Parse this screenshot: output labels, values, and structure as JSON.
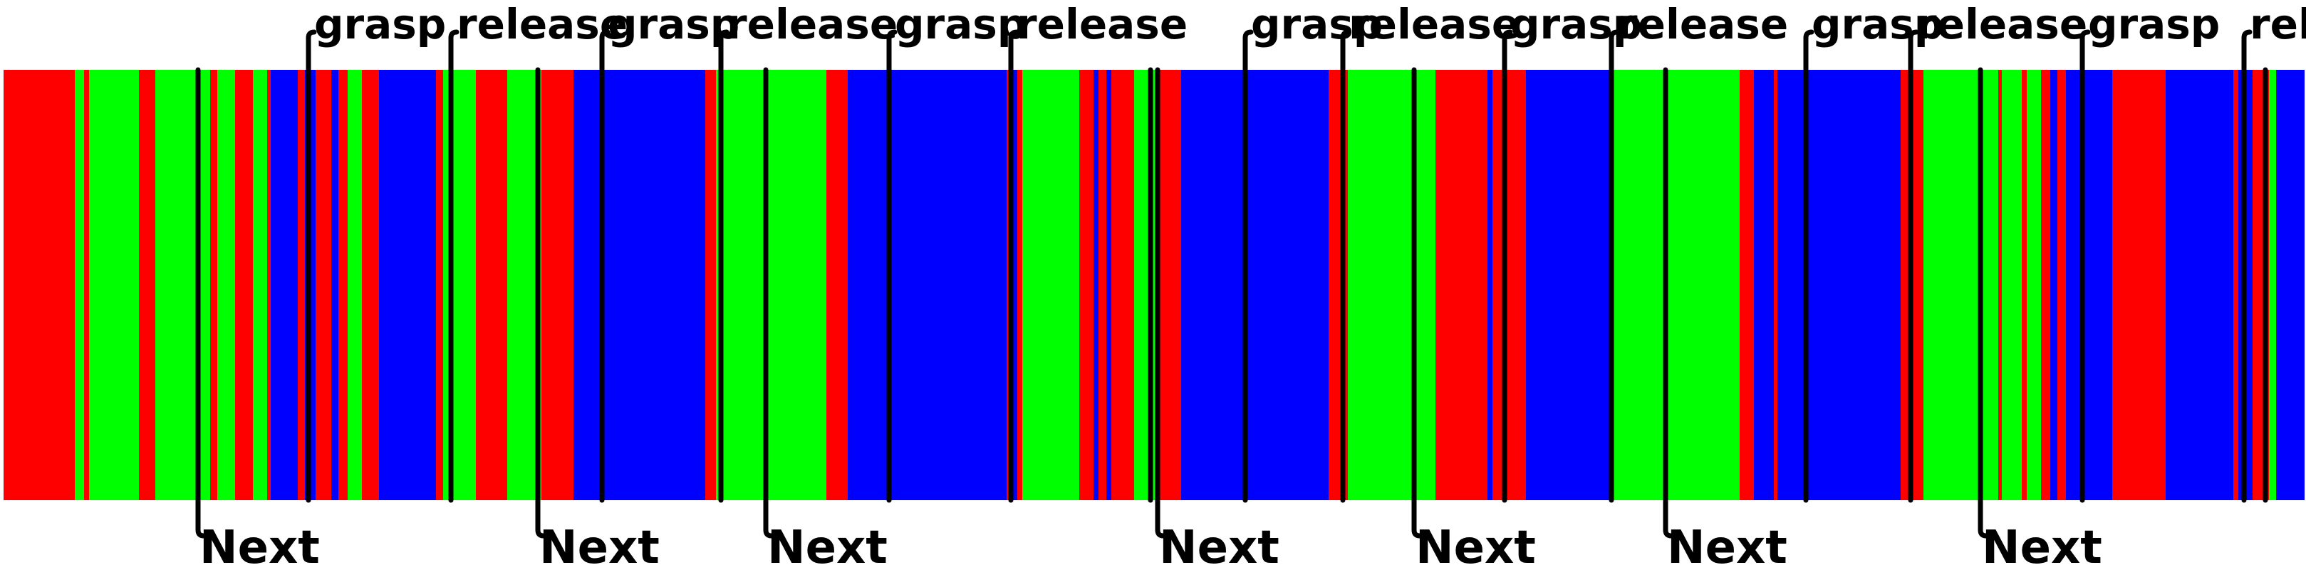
{
  "colors": {
    "red": "#ff0000",
    "green": "#00ff00",
    "blue": "#0000ff",
    "marker": "#000000",
    "background": "#ffffff"
  },
  "timeline": {
    "segments": [
      {
        "c": "red",
        "s": 0,
        "e": 105
      },
      {
        "c": "green",
        "s": 105,
        "e": 118
      },
      {
        "c": "red",
        "s": 118,
        "e": 125
      },
      {
        "c": "green",
        "s": 125,
        "e": 195
      },
      {
        "c": "red",
        "s": 195,
        "e": 218
      },
      {
        "c": "green",
        "s": 218,
        "e": 295
      },
      {
        "c": "red",
        "s": 295,
        "e": 305
      },
      {
        "c": "green",
        "s": 305,
        "e": 330
      },
      {
        "c": "red",
        "s": 330,
        "e": 355
      },
      {
        "c": "green",
        "s": 355,
        "e": 375
      },
      {
        "c": "red",
        "s": 375,
        "e": 380
      },
      {
        "c": "blue",
        "s": 380,
        "e": 418
      },
      {
        "c": "red",
        "s": 418,
        "e": 428
      },
      {
        "c": "blue",
        "s": 428,
        "e": 443
      },
      {
        "c": "red",
        "s": 443,
        "e": 465
      },
      {
        "c": "blue",
        "s": 465,
        "e": 475
      },
      {
        "c": "red",
        "s": 475,
        "e": 488
      },
      {
        "c": "green",
        "s": 488,
        "e": 508
      },
      {
        "c": "red",
        "s": 508,
        "e": 532
      },
      {
        "c": "blue",
        "s": 532,
        "e": 612
      },
      {
        "c": "red",
        "s": 612,
        "e": 622
      },
      {
        "c": "green",
        "s": 622,
        "e": 668
      },
      {
        "c": "red",
        "s": 668,
        "e": 712
      },
      {
        "c": "green",
        "s": 712,
        "e": 760
      },
      {
        "c": "red",
        "s": 760,
        "e": 805
      },
      {
        "c": "blue",
        "s": 805,
        "e": 843
      },
      {
        "c": "blue",
        "s": 843,
        "e": 990
      },
      {
        "c": "red",
        "s": 990,
        "e": 1005
      },
      {
        "c": "green",
        "s": 1005,
        "e": 1160
      },
      {
        "c": "red",
        "s": 1160,
        "e": 1190
      },
      {
        "c": "blue",
        "s": 1190,
        "e": 1413
      },
      {
        "c": "red",
        "s": 1413,
        "e": 1420
      },
      {
        "c": "blue",
        "s": 1420,
        "e": 1428
      },
      {
        "c": "red",
        "s": 1428,
        "e": 1435
      },
      {
        "c": "green",
        "s": 1435,
        "e": 1515
      },
      {
        "c": "red",
        "s": 1515,
        "e": 1535
      },
      {
        "c": "blue",
        "s": 1535,
        "e": 1542
      },
      {
        "c": "red",
        "s": 1542,
        "e": 1553
      },
      {
        "c": "blue",
        "s": 1553,
        "e": 1560
      },
      {
        "c": "red",
        "s": 1560,
        "e": 1592
      },
      {
        "c": "green",
        "s": 1592,
        "e": 1625
      },
      {
        "c": "red",
        "s": 1625,
        "e": 1658
      },
      {
        "c": "blue",
        "s": 1658,
        "e": 1865
      },
      {
        "c": "red",
        "s": 1865,
        "e": 1892
      },
      {
        "c": "green",
        "s": 1892,
        "e": 2015
      },
      {
        "c": "red",
        "s": 2015,
        "e": 2088
      },
      {
        "c": "blue",
        "s": 2088,
        "e": 2095
      },
      {
        "c": "red",
        "s": 2095,
        "e": 2142
      },
      {
        "c": "blue",
        "s": 2142,
        "e": 2265
      },
      {
        "c": "green",
        "s": 2265,
        "e": 2442
      },
      {
        "c": "red",
        "s": 2442,
        "e": 2462
      },
      {
        "c": "blue",
        "s": 2462,
        "e": 2490
      },
      {
        "c": "red",
        "s": 2490,
        "e": 2495
      },
      {
        "c": "blue",
        "s": 2495,
        "e": 2668
      },
      {
        "c": "red",
        "s": 2668,
        "e": 2700
      },
      {
        "c": "green",
        "s": 2700,
        "e": 2805
      },
      {
        "c": "red",
        "s": 2805,
        "e": 2810
      },
      {
        "c": "green",
        "s": 2810,
        "e": 2838
      },
      {
        "c": "red",
        "s": 2838,
        "e": 2845
      },
      {
        "c": "green",
        "s": 2845,
        "e": 2865
      },
      {
        "c": "red",
        "s": 2865,
        "e": 2878
      },
      {
        "c": "blue",
        "s": 2878,
        "e": 2888
      },
      {
        "c": "red",
        "s": 2888,
        "e": 2900
      },
      {
        "c": "blue",
        "s": 2900,
        "e": 2965
      },
      {
        "c": "red",
        "s": 2965,
        "e": 3040
      },
      {
        "c": "blue",
        "s": 3040,
        "e": 3135
      },
      {
        "c": "red",
        "s": 3135,
        "e": 3142
      },
      {
        "c": "blue",
        "s": 3142,
        "e": 3162
      },
      {
        "c": "red",
        "s": 3162,
        "e": 3185
      },
      {
        "c": "green",
        "s": 3185,
        "e": 3195
      },
      {
        "c": "blue",
        "s": 3195,
        "e": 3237
      }
    ],
    "top_markers": [
      {
        "at": 433,
        "label": "grasp"
      },
      {
        "at": 633,
        "label": "release"
      },
      {
        "at": 845,
        "label": "grasp"
      },
      {
        "at": 1012,
        "label": "release"
      },
      {
        "at": 1248,
        "label": "grasp"
      },
      {
        "at": 1419,
        "label": "release"
      },
      {
        "at": 1748,
        "label": "grasp"
      },
      {
        "at": 1885,
        "label": "release"
      },
      {
        "at": 2112,
        "label": "grasp"
      },
      {
        "at": 2262,
        "label": "release"
      },
      {
        "at": 2535,
        "label": "grasp"
      },
      {
        "at": 2682,
        "label": "release"
      },
      {
        "at": 2923,
        "label": "grasp"
      },
      {
        "at": 3150,
        "label": "release"
      }
    ],
    "bottom_markers": [
      {
        "at": 278,
        "label": "Next"
      },
      {
        "at": 755,
        "label": "Next"
      },
      {
        "at": 1075,
        "label": "Next"
      },
      {
        "at": 1625,
        "label": "Next"
      },
      {
        "at": 1985,
        "label": "Next"
      },
      {
        "at": 2338,
        "label": "Next"
      },
      {
        "at": 2780,
        "label": "Next"
      }
    ],
    "plain_lines": [
      1615,
      3180
    ]
  }
}
